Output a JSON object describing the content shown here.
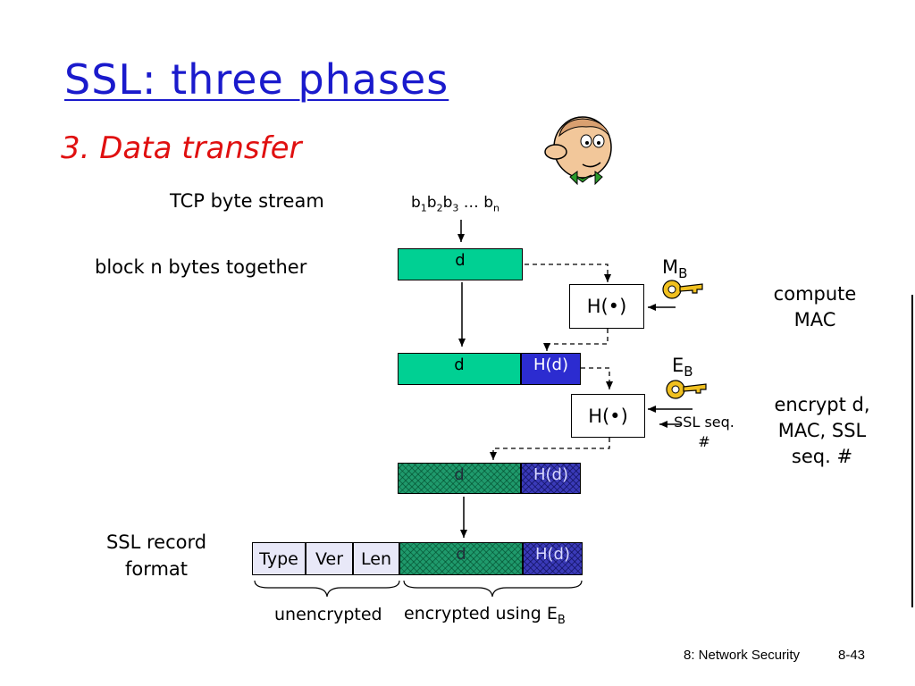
{
  "title": "SSL: three phases",
  "subtitle": "3. Data transfer",
  "labels": {
    "tcp_stream": "TCP byte stream",
    "block": "block n bytes together",
    "compute_mac": "compute MAC",
    "encrypt": "encrypt d, MAC, SSL seq. #",
    "ssl_seq": "SSL seq. #",
    "record_format": "SSL record format",
    "unencrypted": "unencrypted",
    "encrypted_using": "encrypted using E",
    "encrypted_sub": "B"
  },
  "byte_stream": {
    "b": "b",
    "s1": "1",
    "s2": "2",
    "s3": "3",
    "ellipsis": "…",
    "sn": "n"
  },
  "keys": {
    "mac_key": "M",
    "mac_sub": "B",
    "enc_key": "E",
    "enc_sub": "B"
  },
  "boxes": {
    "d": "d",
    "hash_fn": "H(•)",
    "hd": "H(d)",
    "type": "Type",
    "ver": "Ver",
    "len": "Len"
  },
  "footer": {
    "chapter": "8: Network Security",
    "page": "8-43"
  },
  "colors": {
    "title": "#1a1acc",
    "subtitle": "#e01010",
    "data_block": "#00d093",
    "mac_block": "#2c2cd0",
    "key": "#f0c020"
  }
}
